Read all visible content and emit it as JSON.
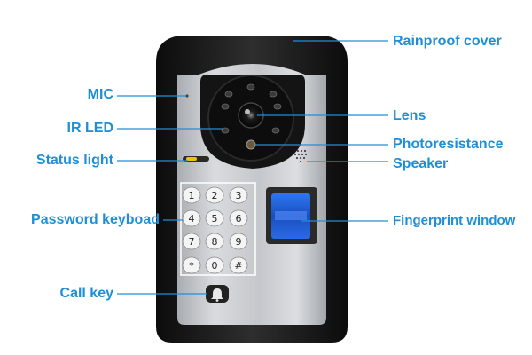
{
  "labels": {
    "rainproof_cover": "Rainproof cover",
    "mic": "MIC",
    "lens": "Lens",
    "ir_led": "IR LED",
    "photoresistance": "Photoresistance",
    "status_light": "Status light",
    "speaker": "Speaker",
    "password_keyboad": "Password keyboad",
    "fingerprint_window": "Fingerprint window",
    "call_key": "Call key"
  },
  "keypad": {
    "keys": [
      "1",
      "2",
      "3",
      "4",
      "5",
      "6",
      "7",
      "8",
      "9",
      "*",
      "0",
      "#"
    ]
  },
  "colors": {
    "label_text": "#1e8fd6",
    "leader_line": "#1e8fd6",
    "cover": "#1a1a1a",
    "panel": "#c9ccd0",
    "fingerprint": "#1f5fd1",
    "status_led": "#f2c200"
  },
  "icons": {
    "call_key": "bell-icon",
    "speaker": "speaker-grille-icon"
  }
}
